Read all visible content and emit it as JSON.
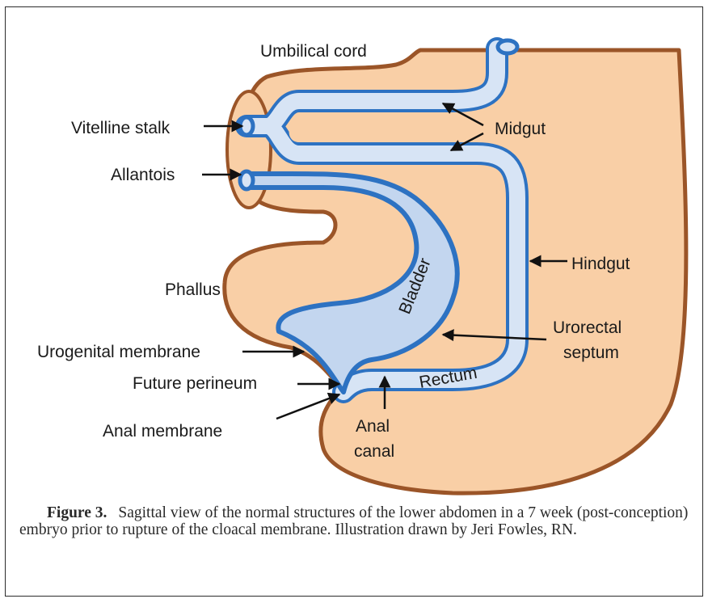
{
  "labels": {
    "umbilical_cord": "Umbilical cord",
    "vitelline_stalk": "Vitelline stalk",
    "allantois": "Allantois",
    "midgut": "Midgut",
    "hindgut": "Hindgut",
    "phallus": "Phallus",
    "bladder": "Bladder",
    "urorectal_1": "Urorectal",
    "urorectal_2": "septum",
    "urogenital_membrane": "Urogenital membrane",
    "future_perineum": "Future perineum",
    "anal_membrane": "Anal membrane",
    "anal_canal_1": "Anal",
    "anal_canal_2": "canal",
    "rectum": "Rectum"
  },
  "caption": {
    "figure_label": "Figure 3.",
    "text": "Sagittal view of the normal structures of the lower abdomen in a 7 week (post-conception) embryo prior to rupture of the cloacal membrane. Illustration drawn by Jeri Fowles, RN."
  },
  "colors": {
    "skin": "#f9cfa6",
    "outline": "#9b5528",
    "gut_fill": "#d7e4f5",
    "gut_outline": "#2d72c2",
    "bladder_fill": "#c3d6ef"
  }
}
